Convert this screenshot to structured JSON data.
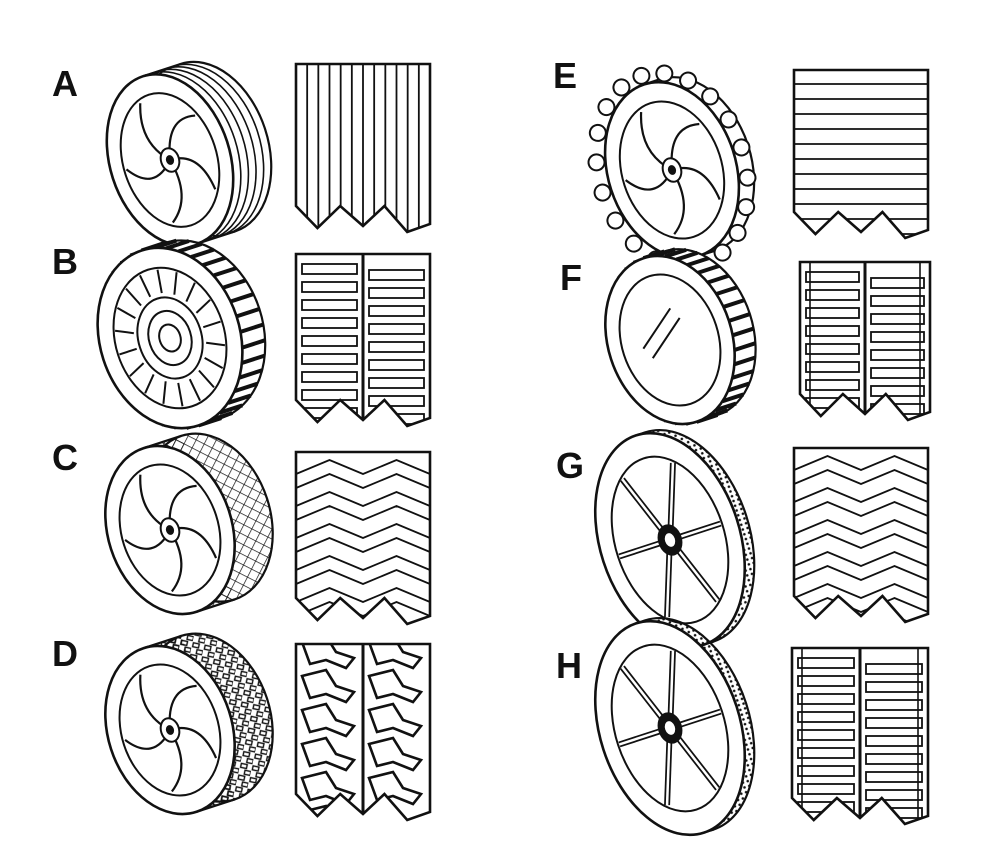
{
  "figure": {
    "ink": "#111111",
    "paper": "#ffffff",
    "items": [
      {
        "label": "A",
        "wheel": "rib-tread-curved-spoke-hub",
        "pattern": "longitudinal-ribs"
      },
      {
        "label": "B",
        "wheel": "block-tread-concentric-hub",
        "pattern": "bars-with-center-groove"
      },
      {
        "label": "C",
        "wheel": "diamond-tread-curved-spoke-hub",
        "pattern": "chevron"
      },
      {
        "label": "D",
        "wheel": "knobby-tread-curved-spoke-hub",
        "pattern": "offset-lugs-center-groove"
      },
      {
        "label": "E",
        "wheel": "gear-tread-curved-spoke-hub",
        "pattern": "transverse-bars"
      },
      {
        "label": "F",
        "wheel": "block-tread-flat-cap-hub",
        "pattern": "bars-with-center-groove"
      },
      {
        "label": "G",
        "wheel": "knurled-tread-six-spoke-hub",
        "pattern": "chevron"
      },
      {
        "label": "H",
        "wheel": "knurled-tread-six-spoke-hub",
        "pattern": "bars-with-center-groove"
      }
    ]
  }
}
